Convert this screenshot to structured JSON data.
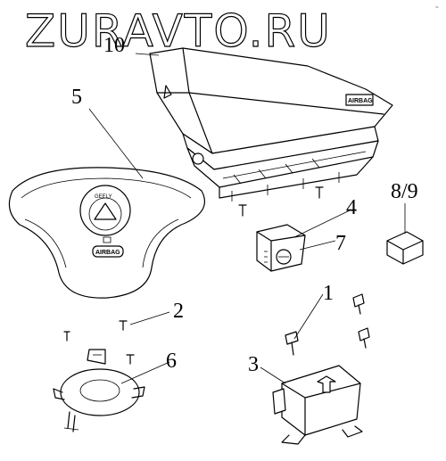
{
  "watermark": "ZURAVTO.RU",
  "corner_mark": "~",
  "callouts": {
    "c1": "1",
    "c2": "2",
    "c3": "3",
    "c4": "4",
    "c5": "5",
    "c6": "6",
    "c7": "7",
    "c8_9": "8/9",
    "c10": "10"
  },
  "steering_cover": {
    "emblem_text": "GEELY",
    "badge_text": "AIRBAG"
  },
  "passenger_module": {
    "label_text": "AIRBAG"
  }
}
